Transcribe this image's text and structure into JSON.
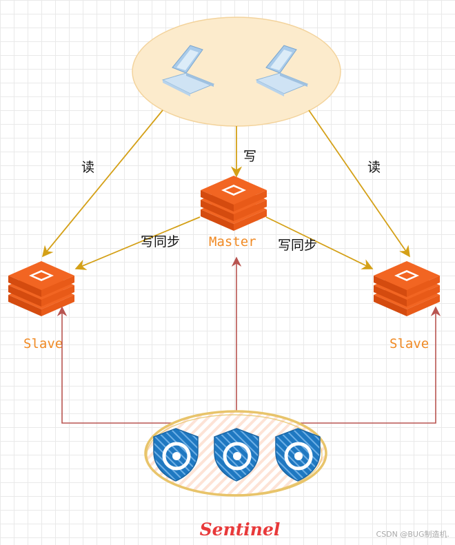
{
  "nodes": {
    "master": "Master",
    "slave_left": "Slave",
    "slave_right": "Slave",
    "sentinel": "Sentinel"
  },
  "edges": {
    "read_left": "读",
    "read_right": "读",
    "write": "写",
    "sync_left": "写同步",
    "sync_right": "写同步"
  },
  "watermark": "CSDN @BUG制造机.",
  "colors": {
    "redis": "#f26522",
    "client_cloud": "#fcebcc",
    "cloud_border": "#f3d39c",
    "data_arrow": "#d4a017",
    "monitor_arrow": "#b85450",
    "sentinel_shield": "#1f78c1",
    "sentinel_border": "#e8c46a",
    "sentinel_label": "#e8393a",
    "node_label": "#f08a24"
  }
}
